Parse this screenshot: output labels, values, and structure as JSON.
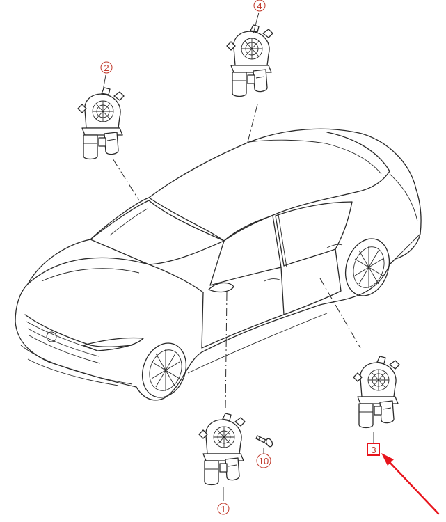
{
  "callouts": {
    "c1": "1",
    "c2": "2",
    "c3": "3",
    "c4": "4",
    "c10": "10"
  },
  "colors": {
    "callout": "#c0392b",
    "highlight": "#e8141c",
    "arrow": "#e8141c",
    "line": "#2a2a2a"
  }
}
